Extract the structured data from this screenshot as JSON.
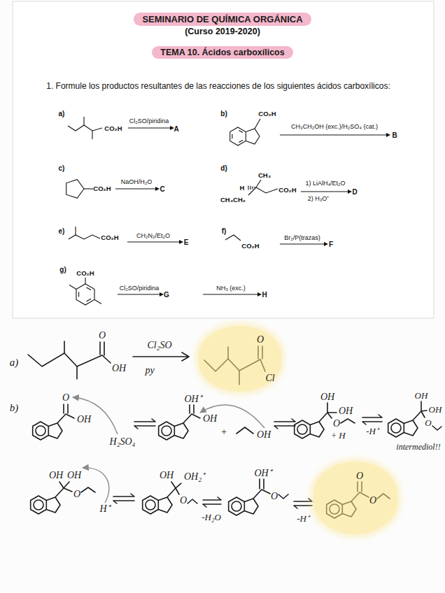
{
  "diagram": {
    "nodes": [
      {
        "text": [
          "SEMINARIO DE QUÍMICA ORGÁNICA"
        ]
      },
      {
        "text": [
          "TEMA 10. Ácidos carboxílicos"
        ]
      },
      {
        "text": [
          "O",
          "Cl"
        ]
      },
      {
        "text": [
          "O",
          "O"
        ]
      }
    ],
    "labels": [
      "(Curso 2019-2020)",
      "1. Formule los productos resultantes de las reacciones de los siguientes ácidos carboxílicos:",
      "a)",
      "CO₂H",
      "Cl₂SO/piridina",
      "A",
      "b)",
      "CO₂H",
      "CH₃CH₂OH (exc.)/H₂SO₄ (cat.)",
      "B",
      "c)",
      "CO₂H",
      "NaOH/H₂O",
      "C",
      "d)",
      "CH₃",
      "H",
      "CO₂H",
      "CH₃CH₂",
      "1) LiAlH₄/Et₂O",
      "2) H₃O⁺",
      "D",
      "e)",
      "CO₂H",
      "CH₂N₂/Et₂O",
      "E",
      "f)",
      "CO₂H",
      "Br₂/P(trazas)",
      "F",
      "g)",
      "CO₂H",
      "Cl₂SO/piridina",
      "G",
      "NH₃ (exc.)",
      "H",
      "a)",
      "O",
      "OH",
      "Cl₂SO",
      "py",
      "b)",
      "O",
      "OH",
      "H₂SO₄",
      "OH⁺",
      "OH",
      "+",
      "OH",
      "OH",
      "OH",
      "O",
      "+",
      "H",
      "-H⁺",
      "OH",
      "OH",
      "O",
      "intermediol!!",
      "OH",
      "OH",
      "O",
      "H⁺",
      "OH",
      "OH₂⁺",
      "O",
      "-H₂O",
      "OH⁺",
      "O",
      "-H⁺"
    ]
  }
}
